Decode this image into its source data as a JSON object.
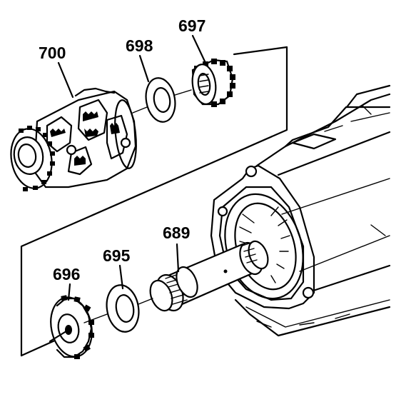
{
  "callouts": {
    "c700": "700",
    "c698": "698",
    "c697": "697",
    "c689": "689",
    "c695": "695",
    "c696": "696"
  },
  "colors": {
    "ink": "#000000",
    "paper": "#ffffff"
  },
  "parts": [
    {
      "ref": "700",
      "icon": "differential-case-icon"
    },
    {
      "ref": "698",
      "icon": "thrust-washer-icon"
    },
    {
      "ref": "697",
      "icon": "side-gear-icon"
    },
    {
      "ref": "689",
      "icon": "output-shaft-icon"
    },
    {
      "ref": "695",
      "icon": "thrust-washer-icon"
    },
    {
      "ref": "696",
      "icon": "sun-gear-icon"
    }
  ]
}
